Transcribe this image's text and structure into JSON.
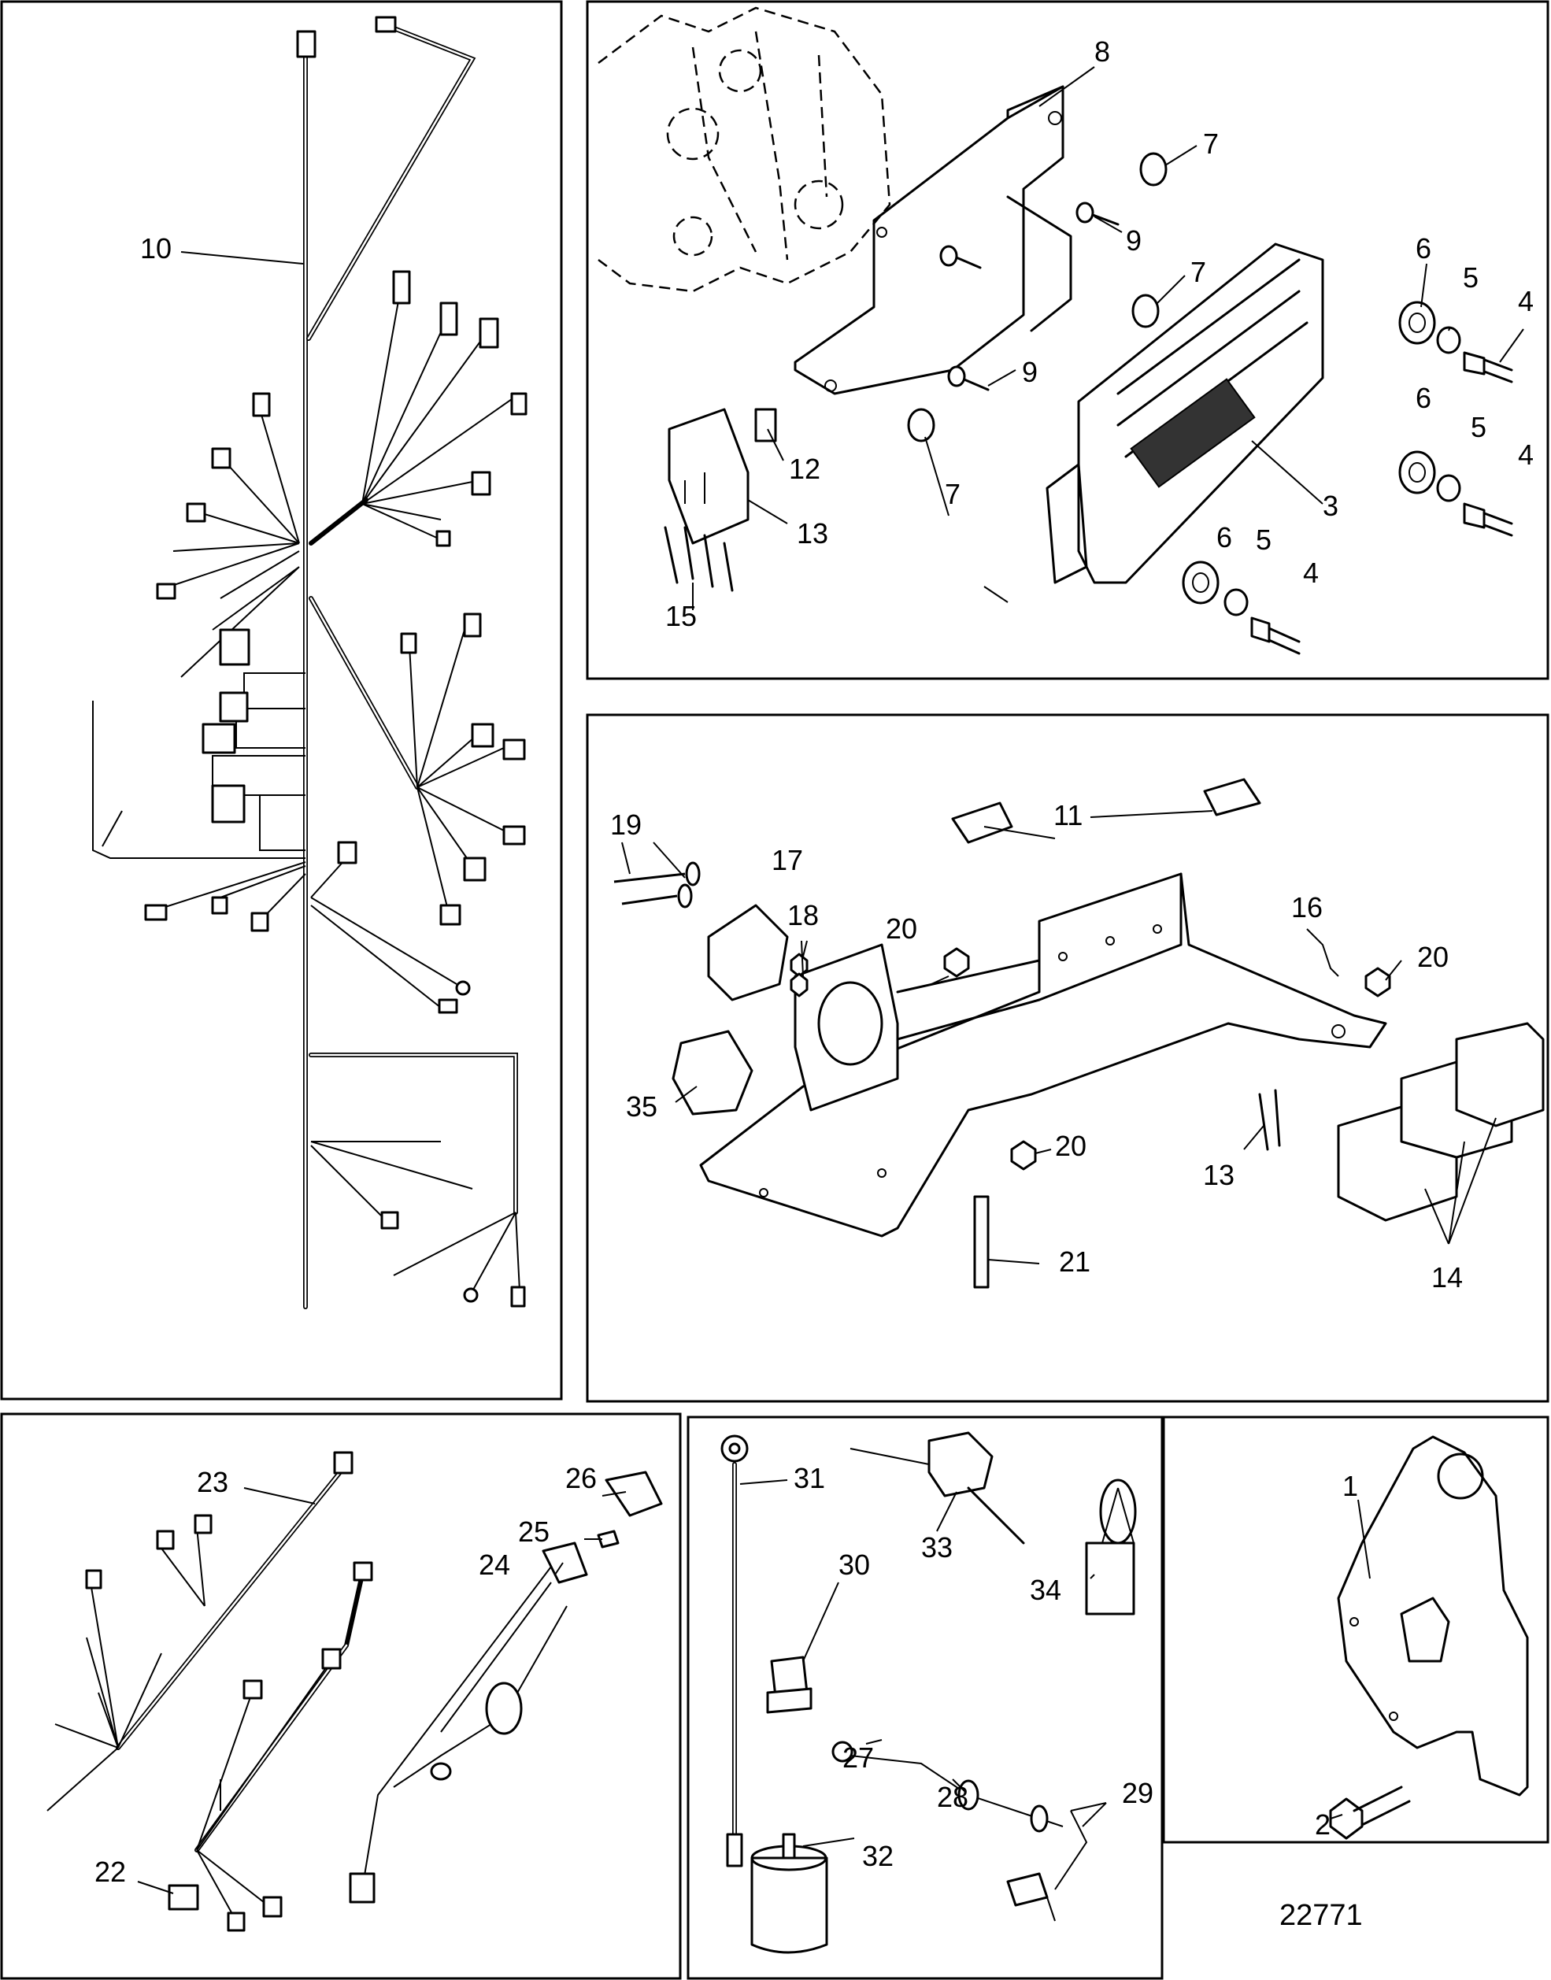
{
  "figure_number": "22771",
  "callouts": [
    {
      "id": "c10",
      "text": "10"
    },
    {
      "id": "c8",
      "text": "8"
    },
    {
      "id": "c7a",
      "text": "7"
    },
    {
      "id": "c9a",
      "text": "9"
    },
    {
      "id": "c7b",
      "text": "7"
    },
    {
      "id": "c6a",
      "text": "6"
    },
    {
      "id": "c5a",
      "text": "5"
    },
    {
      "id": "c4a",
      "text": "4"
    },
    {
      "id": "c9b",
      "text": "9"
    },
    {
      "id": "c6b",
      "text": "6"
    },
    {
      "id": "c5b",
      "text": "5"
    },
    {
      "id": "c4b",
      "text": "4"
    },
    {
      "id": "c12",
      "text": "12"
    },
    {
      "id": "c7c",
      "text": "7"
    },
    {
      "id": "c3",
      "text": "3"
    },
    {
      "id": "c13a",
      "text": "13"
    },
    {
      "id": "c6c",
      "text": "6"
    },
    {
      "id": "c5c",
      "text": "5"
    },
    {
      "id": "c4c",
      "text": "4"
    },
    {
      "id": "c15",
      "text": "15"
    },
    {
      "id": "c11",
      "text": "11"
    },
    {
      "id": "c19",
      "text": "19"
    },
    {
      "id": "c17",
      "text": "17"
    },
    {
      "id": "c16",
      "text": "16"
    },
    {
      "id": "c18",
      "text": "18"
    },
    {
      "id": "c20a",
      "text": "20"
    },
    {
      "id": "c20b",
      "text": "20"
    },
    {
      "id": "c35",
      "text": "35"
    },
    {
      "id": "c20c",
      "text": "20"
    },
    {
      "id": "c13b",
      "text": "13"
    },
    {
      "id": "c14",
      "text": "14"
    },
    {
      "id": "c21",
      "text": "21"
    },
    {
      "id": "c23",
      "text": "23"
    },
    {
      "id": "c26",
      "text": "26"
    },
    {
      "id": "c25",
      "text": "25"
    },
    {
      "id": "c24",
      "text": "24"
    },
    {
      "id": "c22",
      "text": "22"
    },
    {
      "id": "c31",
      "text": "31"
    },
    {
      "id": "c33",
      "text": "33"
    },
    {
      "id": "c30",
      "text": "30"
    },
    {
      "id": "c34",
      "text": "34"
    },
    {
      "id": "c27",
      "text": "27"
    },
    {
      "id": "c28",
      "text": "28"
    },
    {
      "id": "c29",
      "text": "29"
    },
    {
      "id": "c32",
      "text": "32"
    },
    {
      "id": "c1",
      "text": "1"
    },
    {
      "id": "c2",
      "text": "2"
    }
  ]
}
